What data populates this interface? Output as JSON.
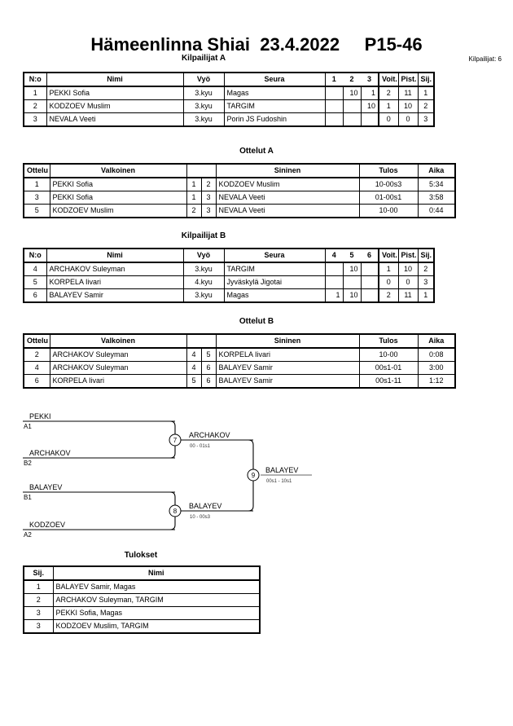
{
  "header": {
    "title": "Hämeenlinna Shiai  23.4.2022     P15-46",
    "competitors_label": "Kilpailijat: 6"
  },
  "pool_a": {
    "caption": "Kilpailijat A",
    "columns": [
      "N:o",
      "Nimi",
      "Vyö",
      "Seura",
      "1",
      "2",
      "3",
      "Voit.",
      "Pist.",
      "Sij."
    ],
    "rows": [
      {
        "no": "1",
        "name": "PEKKI Sofia",
        "belt": "3.kyu",
        "club": "Magas",
        "m1": "",
        "m2": "10",
        "m3": "1",
        "wins": "2",
        "points": "11",
        "rank": "1"
      },
      {
        "no": "2",
        "name": "KODZOEV Muslim",
        "belt": "3.kyu",
        "club": "TARGIM",
        "m1": "",
        "m2": "",
        "m3": "10",
        "wins": "1",
        "points": "10",
        "rank": "2"
      },
      {
        "no": "3",
        "name": "NEVALA Veeti",
        "belt": "3.kyu",
        "club": "Porin JS Fudoshin",
        "m1": "",
        "m2": "",
        "m3": "",
        "wins": "0",
        "points": "0",
        "rank": "3"
      }
    ]
  },
  "matches_a": {
    "caption": "Ottelut A",
    "columns": [
      "Ottelu",
      "Valkoinen",
      "",
      "",
      "Sininen",
      "Tulos",
      "Aika"
    ],
    "rows": [
      {
        "match": "1",
        "white": "PEKKI Sofia",
        "wno": "1",
        "bno": "2",
        "blue": "KODZOEV Muslim",
        "result": "10-00s3",
        "time": "5:34"
      },
      {
        "match": "3",
        "white": "PEKKI Sofia",
        "wno": "1",
        "bno": "3",
        "blue": "NEVALA Veeti",
        "result": "01-00s1",
        "time": "3:58"
      },
      {
        "match": "5",
        "white": "KODZOEV Muslim",
        "wno": "2",
        "bno": "3",
        "blue": "NEVALA Veeti",
        "result": "10-00",
        "time": "0:44"
      }
    ]
  },
  "pool_b": {
    "caption": "Kilpailijat B",
    "columns": [
      "N:o",
      "Nimi",
      "Vyö",
      "Seura",
      "4",
      "5",
      "6",
      "Voit.",
      "Pist.",
      "Sij."
    ],
    "rows": [
      {
        "no": "4",
        "name": "ARCHAKOV Suleyman",
        "belt": "3.kyu",
        "club": "TARGIM",
        "m1": "",
        "m2": "10",
        "m3": "",
        "wins": "1",
        "points": "10",
        "rank": "2"
      },
      {
        "no": "5",
        "name": "KORPELA Iivari",
        "belt": "4.kyu",
        "club": "Jyväskylä Jigotai",
        "m1": "",
        "m2": "",
        "m3": "",
        "wins": "0",
        "points": "0",
        "rank": "3"
      },
      {
        "no": "6",
        "name": "BALAYEV Samir",
        "belt": "3.kyu",
        "club": "Magas",
        "m1": "1",
        "m2": "10",
        "m3": "",
        "wins": "2",
        "points": "11",
        "rank": "1"
      }
    ]
  },
  "matches_b": {
    "caption": "Ottelut B",
    "columns": [
      "Ottelu",
      "Valkoinen",
      "",
      "",
      "Sininen",
      "Tulos",
      "Aika"
    ],
    "rows": [
      {
        "match": "2",
        "white": "ARCHAKOV Suleyman",
        "wno": "4",
        "bno": "5",
        "blue": "KORPELA Iivari",
        "result": "10-00",
        "time": "0:08"
      },
      {
        "match": "4",
        "white": "ARCHAKOV Suleyman",
        "wno": "4",
        "bno": "6",
        "blue": "BALAYEV Samir",
        "result": "00s1-01",
        "time": "3:00"
      },
      {
        "match": "6",
        "white": "KORPELA Iivari",
        "wno": "5",
        "bno": "6",
        "blue": "BALAYEV Samir",
        "result": "00s1-11",
        "time": "1:12"
      }
    ]
  },
  "bracket": {
    "entries": [
      {
        "name": "PEKKI",
        "seed": "A1"
      },
      {
        "name": "ARCHAKOV",
        "seed": "B2"
      },
      {
        "name": "BALAYEV",
        "seed": "B1"
      },
      {
        "name": "KODZOEV",
        "seed": "A2"
      }
    ],
    "semifinals": [
      {
        "number": "7",
        "winner": "ARCHAKOV",
        "score": "00 - 01s1"
      },
      {
        "number": "8",
        "winner": "BALAYEV",
        "score": "10 - 00s3"
      }
    ],
    "final": {
      "number": "9",
      "winner": "BALAYEV",
      "score": "00s1 - 10s1"
    }
  },
  "results": {
    "caption": "Tulokset",
    "columns": [
      "Sij.",
      "Nimi"
    ],
    "rows": [
      {
        "rank": "1",
        "name": "BALAYEV Samir, Magas"
      },
      {
        "rank": "2",
        "name": "ARCHAKOV Suleyman, TARGIM"
      },
      {
        "rank": "3",
        "name": "PEKKI Sofia, Magas"
      },
      {
        "rank": "3",
        "name": "KODZOEV Muslim, TARGIM"
      }
    ]
  }
}
